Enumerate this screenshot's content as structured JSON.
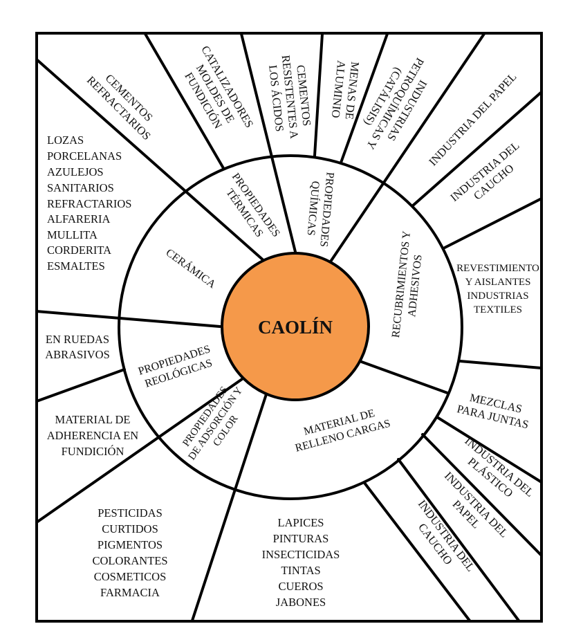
{
  "center": {
    "title": "CAOLÍN",
    "color": "#F5994A"
  },
  "ring": [
    {
      "lines": [
        "CERÁMICA"
      ]
    },
    {
      "lines": [
        "PROPIEDADES",
        "TÉRMICAS"
      ]
    },
    {
      "lines": [
        "PROPIEDADES",
        "QUÍMICAS"
      ]
    },
    {
      "lines": [
        "RECUBRIMIENTOS Y",
        "ADHESIVOS"
      ]
    },
    {
      "lines": [
        "PROPIEDADES",
        "REOLÓGICAS"
      ]
    },
    {
      "lines": [
        "PROPIEDADES",
        "DE ADSORCIÓN Y",
        "COLOR"
      ]
    },
    {
      "lines": [
        "MATERIAL DE",
        "RELLENO CARGAS"
      ]
    }
  ],
  "outer": [
    {
      "lines": [
        "CEMENTOS",
        "REFRACTARIOS"
      ]
    },
    {
      "lines": [
        "CATALIZADORES",
        "MOLDES DE",
        "FUNDICIÓN"
      ]
    },
    {
      "lines": [
        "CEMENTOS",
        "RESISTENTES A",
        "LOS ÁCIDOS"
      ]
    },
    {
      "lines": [
        "MENAS DE",
        "ALUMINIO"
      ]
    },
    {
      "lines": [
        "INDUSTRIAS",
        "PETROQUÍMICAS Y",
        "(CATÁLISIS)"
      ]
    },
    {
      "lines": [
        "INDUSTRIA DEL PAPEL"
      ]
    },
    {
      "lines": [
        "INDUSTRIA DEL",
        "CAUCHO"
      ]
    },
    {
      "lines": [
        "REVESTIMIENTO",
        "Y AISLANTES",
        "INDUSTRIAS",
        "TEXTILES"
      ]
    },
    {
      "lines": [
        "MEZCLAS",
        "PARA JUNTAS"
      ]
    },
    {
      "lines": [
        "INDUSTRIA DEL",
        "PLÁSTICO"
      ]
    },
    {
      "lines": [
        "INDUSTRIA DEL",
        "PAPEL"
      ]
    },
    {
      "lines": [
        "INDUSTRIA DEL",
        "CAUCHO"
      ]
    },
    {
      "lines": [
        "LAPICES",
        "PINTURAS",
        "INSECTICIDAS",
        "TINTAS",
        "CUEROS",
        "JABONES"
      ]
    },
    {
      "lines": [
        "PESTICIDAS",
        "CURTIDOS",
        "PIGMENTOS",
        "COLORANTES",
        "COSMETICOS",
        "FARMACIA"
      ]
    },
    {
      "lines": [
        "MATERIAL DE",
        "ADHERENCIA EN",
        "FUNDICIÓN"
      ]
    },
    {
      "lines": [
        "EN RUEDAS",
        "ABRASIVOS"
      ]
    },
    {
      "lines": [
        "LOZAS",
        "PORCELANAS",
        "AZULEJOS",
        "SANITARIOS",
        "REFRACTARIOS",
        "ALFARERIA",
        "MULLITA",
        "CORDERITA",
        "ESMALTES"
      ]
    }
  ]
}
